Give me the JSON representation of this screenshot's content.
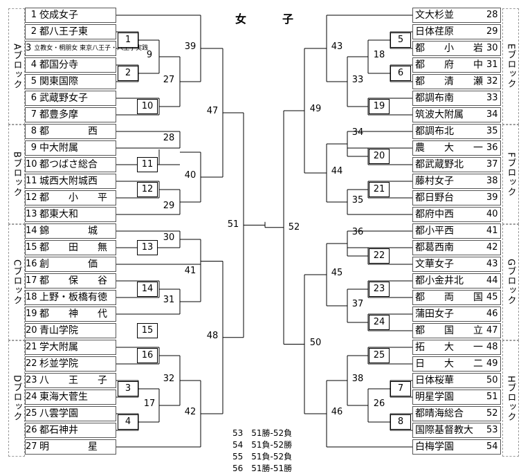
{
  "title": "女　子",
  "blocks": {
    "A": "Aブロック",
    "B": "Bブロック",
    "C": "Cブロック",
    "D": "Dブロック",
    "E": "Eブロック",
    "F": "Fブロック",
    "G": "Gブロック",
    "H": "Hブロック"
  },
  "left_teams": [
    {
      "num": "1",
      "name": "佼成女子"
    },
    {
      "num": "2",
      "name": "都八王子東"
    },
    {
      "num": "3",
      "name": "立教女・桐朋女 東京八王子・八王子実践"
    },
    {
      "num": "4",
      "name": "都国分寺"
    },
    {
      "num": "5",
      "name": "関東国際"
    },
    {
      "num": "6",
      "name": "武蔵野女子"
    },
    {
      "num": "7",
      "name": "都豊多摩"
    },
    {
      "num": "8",
      "name": "都　　　　西"
    },
    {
      "num": "9",
      "name": "中大附属"
    },
    {
      "num": "10",
      "name": "都つばさ総合"
    },
    {
      "num": "11",
      "name": "城西大附城西"
    },
    {
      "num": "12",
      "name": "都　　小　　平"
    },
    {
      "num": "13",
      "name": "都東大和"
    },
    {
      "num": "14",
      "name": "錦　　　　城"
    },
    {
      "num": "15",
      "name": "都　　田　　無"
    },
    {
      "num": "16",
      "name": "創　　　　価"
    },
    {
      "num": "17",
      "name": "都　　保　　谷"
    },
    {
      "num": "18",
      "name": "上野・板橋有徳"
    },
    {
      "num": "19",
      "name": "都　　神　　代"
    },
    {
      "num": "20",
      "name": "青山学院"
    },
    {
      "num": "21",
      "name": "学大附属"
    },
    {
      "num": "22",
      "name": "杉並学院"
    },
    {
      "num": "23",
      "name": "八　　王　　子"
    },
    {
      "num": "24",
      "name": "東海大菅生"
    },
    {
      "num": "25",
      "name": "八雲学園"
    },
    {
      "num": "26",
      "name": "都石神井"
    },
    {
      "num": "27",
      "name": "明　　　　星"
    }
  ],
  "right_teams": [
    {
      "num": "28",
      "name": "文大杉並"
    },
    {
      "num": "29",
      "name": "日体荏原"
    },
    {
      "num": "30",
      "name": "都　　小　　岩"
    },
    {
      "num": "31",
      "name": "都　　府　　中"
    },
    {
      "num": "32",
      "name": "都　　清　　瀬"
    },
    {
      "num": "33",
      "name": "都調布南"
    },
    {
      "num": "34",
      "name": "筑波大附属"
    },
    {
      "num": "35",
      "name": "都調布北"
    },
    {
      "num": "36",
      "name": "農　　大　　一"
    },
    {
      "num": "37",
      "name": "都武蔵野北"
    },
    {
      "num": "38",
      "name": "藤村女子"
    },
    {
      "num": "39",
      "name": "都日野台"
    },
    {
      "num": "40",
      "name": "都府中西"
    },
    {
      "num": "41",
      "name": "都小平西"
    },
    {
      "num": "42",
      "name": "都葛西南"
    },
    {
      "num": "43",
      "name": "文華女子"
    },
    {
      "num": "44",
      "name": "都小金井北"
    },
    {
      "num": "45",
      "name": "都　　両　　国"
    },
    {
      "num": "46",
      "name": "蒲田女子"
    },
    {
      "num": "47",
      "name": "都　　国　　立"
    },
    {
      "num": "48",
      "name": "拓　　大　　一"
    },
    {
      "num": "49",
      "name": "日　　大　　二"
    },
    {
      "num": "50",
      "name": "日体桜華"
    },
    {
      "num": "51",
      "name": "明星学園"
    },
    {
      "num": "52",
      "name": "都晴海総合"
    },
    {
      "num": "53",
      "name": "国際基督教大"
    },
    {
      "num": "54",
      "name": "白梅学園"
    }
  ],
  "games": {
    "g1": "1",
    "g2": "2",
    "g3": "3",
    "g4": "4",
    "g5": "5",
    "g6": "6",
    "g7": "7",
    "g8": "8",
    "g9": "9",
    "g10": "10",
    "g11": "11",
    "g12": "12",
    "g13": "13",
    "g14": "14",
    "g15": "15",
    "g16": "16",
    "g17": "17",
    "g18": "18",
    "g19": "19",
    "g20": "20",
    "g21": "21",
    "g22": "22",
    "g23": "23",
    "g24": "24",
    "g25": "25",
    "g26": "26",
    "g27": "27",
    "g28": "28",
    "g29": "29",
    "g30": "30",
    "g31": "31",
    "g32": "32",
    "g33": "33",
    "g34": "34",
    "g35": "35",
    "g36": "36",
    "g37": "37",
    "g38": "38",
    "g39": "39",
    "g40": "40",
    "g41": "41",
    "g42": "42",
    "g43": "43",
    "g44": "44",
    "g45": "45",
    "g46": "46",
    "g47": "47",
    "g48": "48",
    "g49": "49",
    "g50": "50",
    "g51": "51",
    "g52": "52"
  },
  "notes": [
    "53　51勝-52負",
    "54　51負-52勝",
    "55　51負-52負",
    "56　51勝-51勝"
  ]
}
